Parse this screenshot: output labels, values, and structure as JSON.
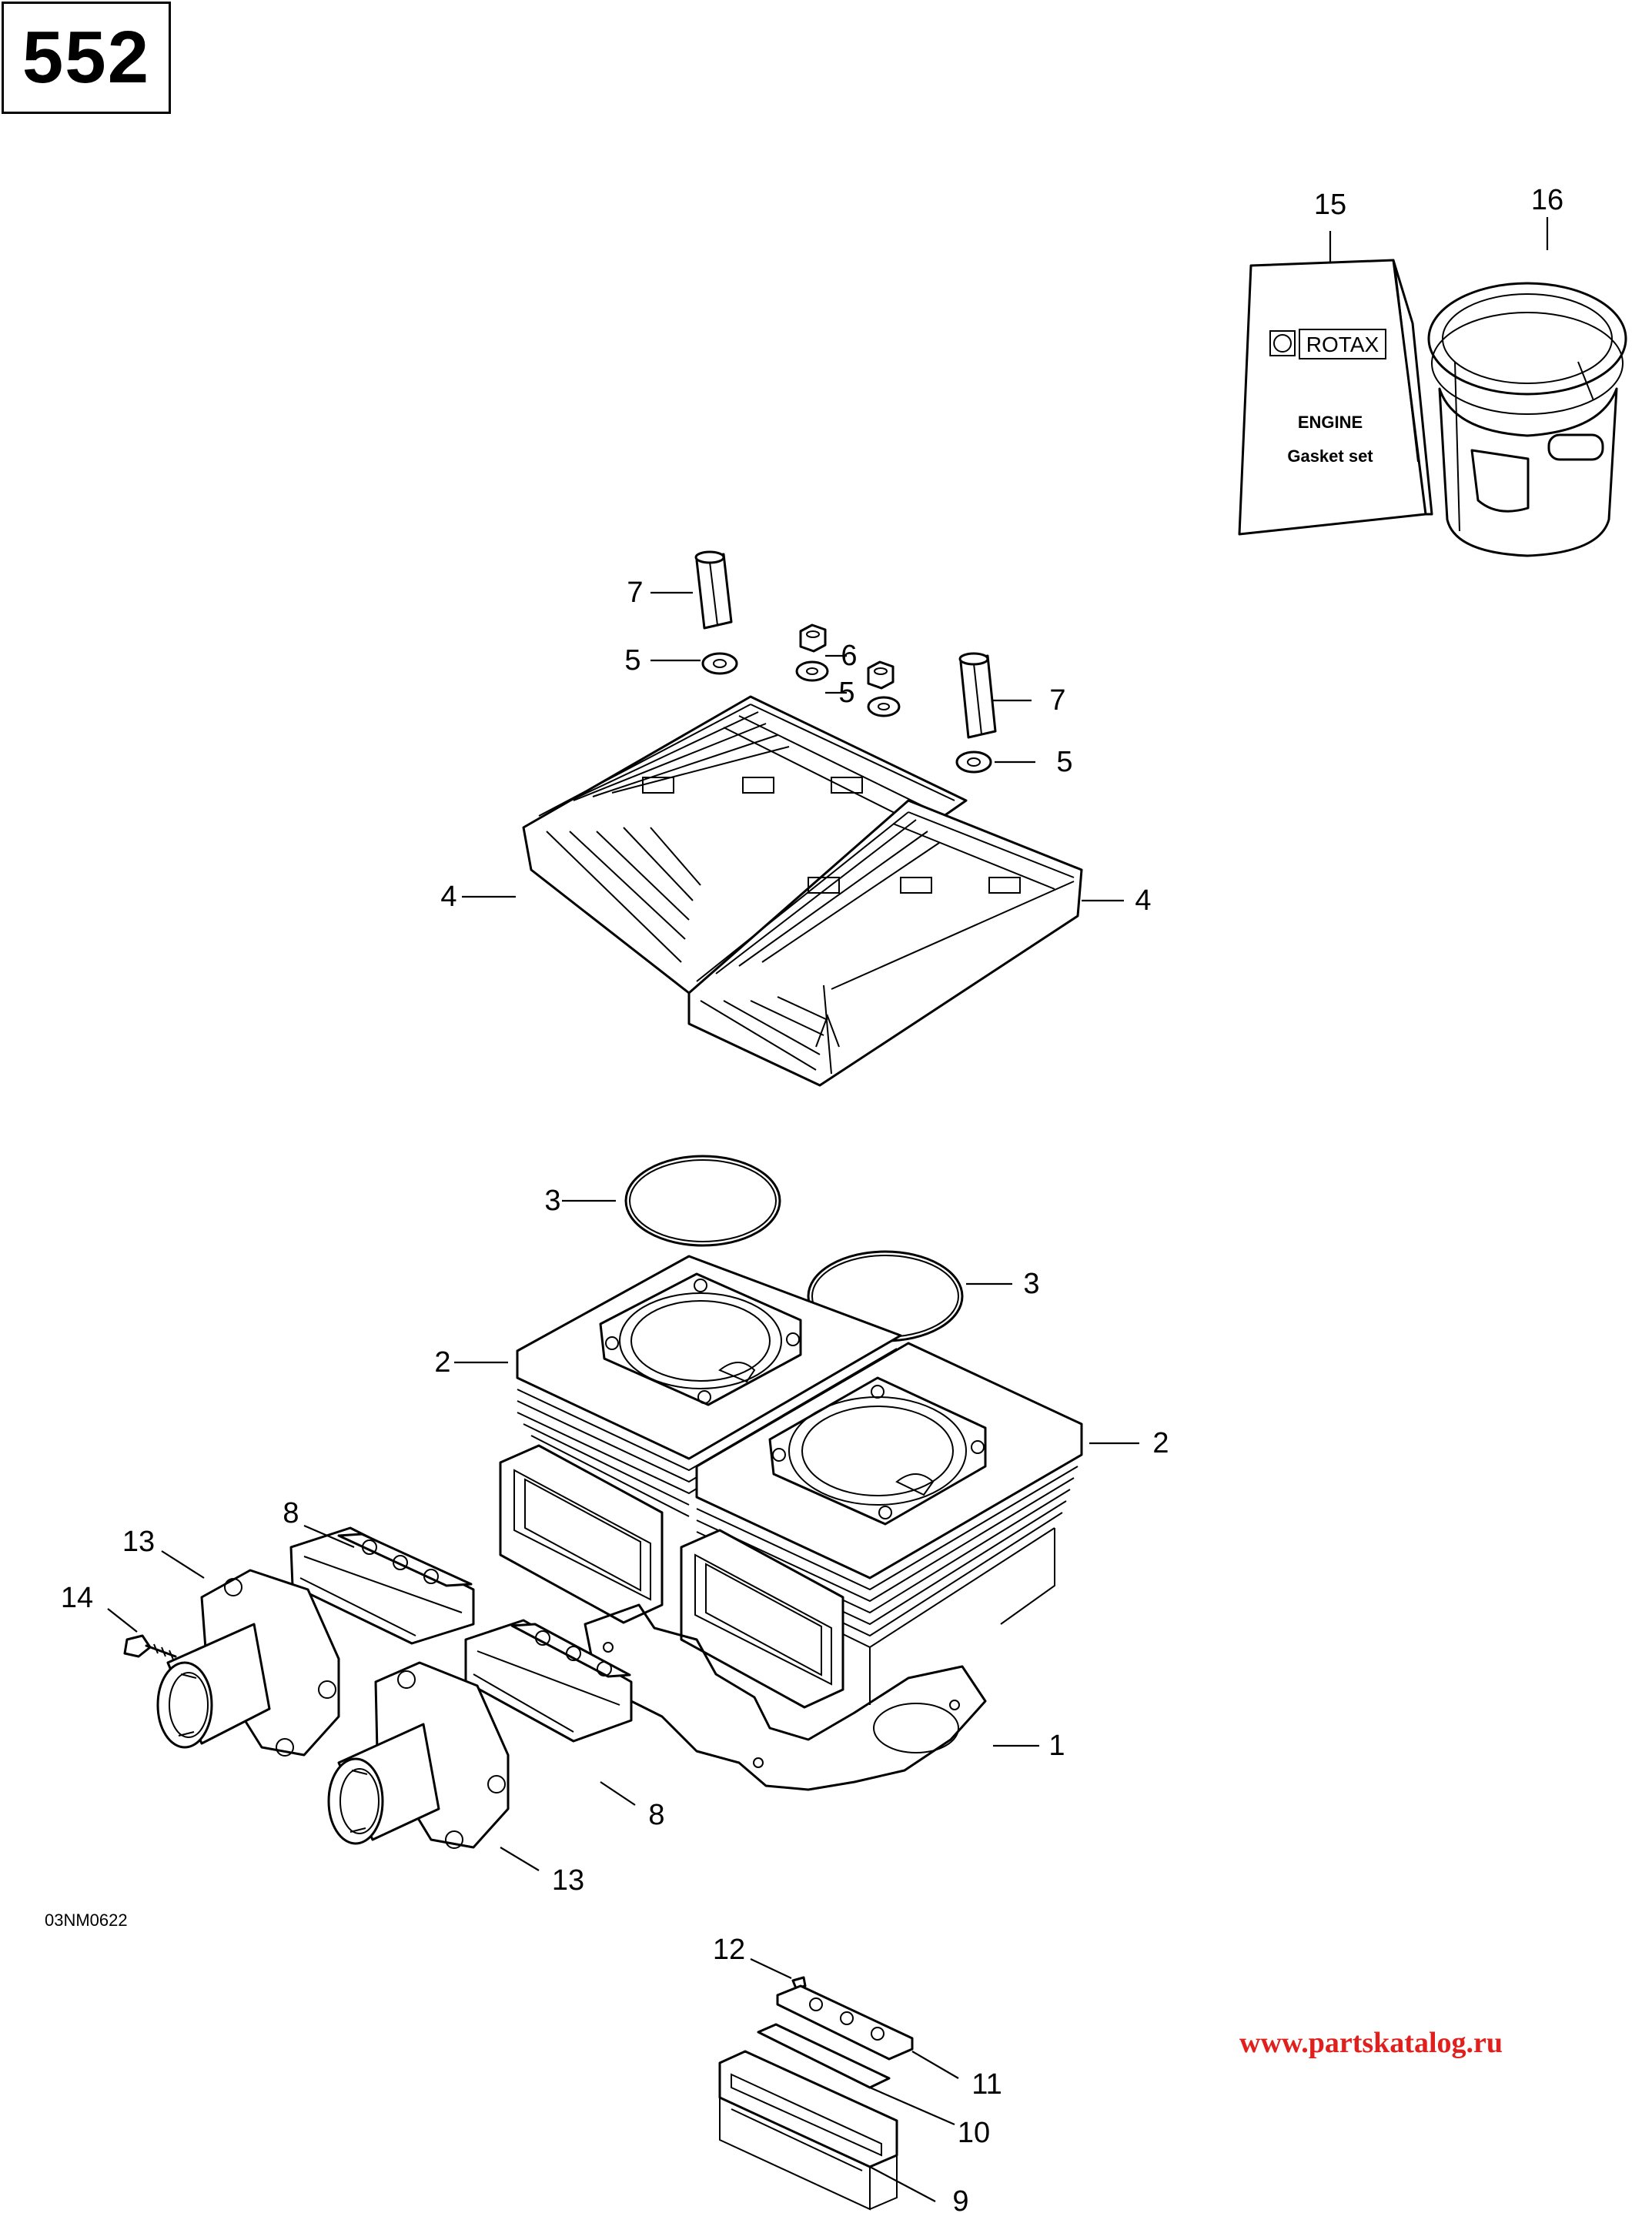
{
  "page_number": "552",
  "drawing_ref": "03NM0622",
  "watermark": "www.partskatalog.ru",
  "booklet": {
    "logo": "ROTAX",
    "title": "ENGINE",
    "subtitle": "Gasket set"
  },
  "callouts": {
    "c1": "1",
    "c2a": "2",
    "c2b": "2",
    "c3a": "3",
    "c3b": "3",
    "c4a": "4",
    "c4b": "4",
    "c5a": "5",
    "c5b": "5",
    "c5c": "5",
    "c6": "6",
    "c7a": "7",
    "c7b": "7",
    "c8a": "8",
    "c8b": "8",
    "c9": "9",
    "c10": "10",
    "c11": "11",
    "c12": "12",
    "c13a": "13",
    "c13b": "13",
    "c14": "14",
    "c15": "15",
    "c16": "16"
  },
  "colors": {
    "line": "#000000",
    "watermark": "#e0201c",
    "background": "#ffffff"
  }
}
